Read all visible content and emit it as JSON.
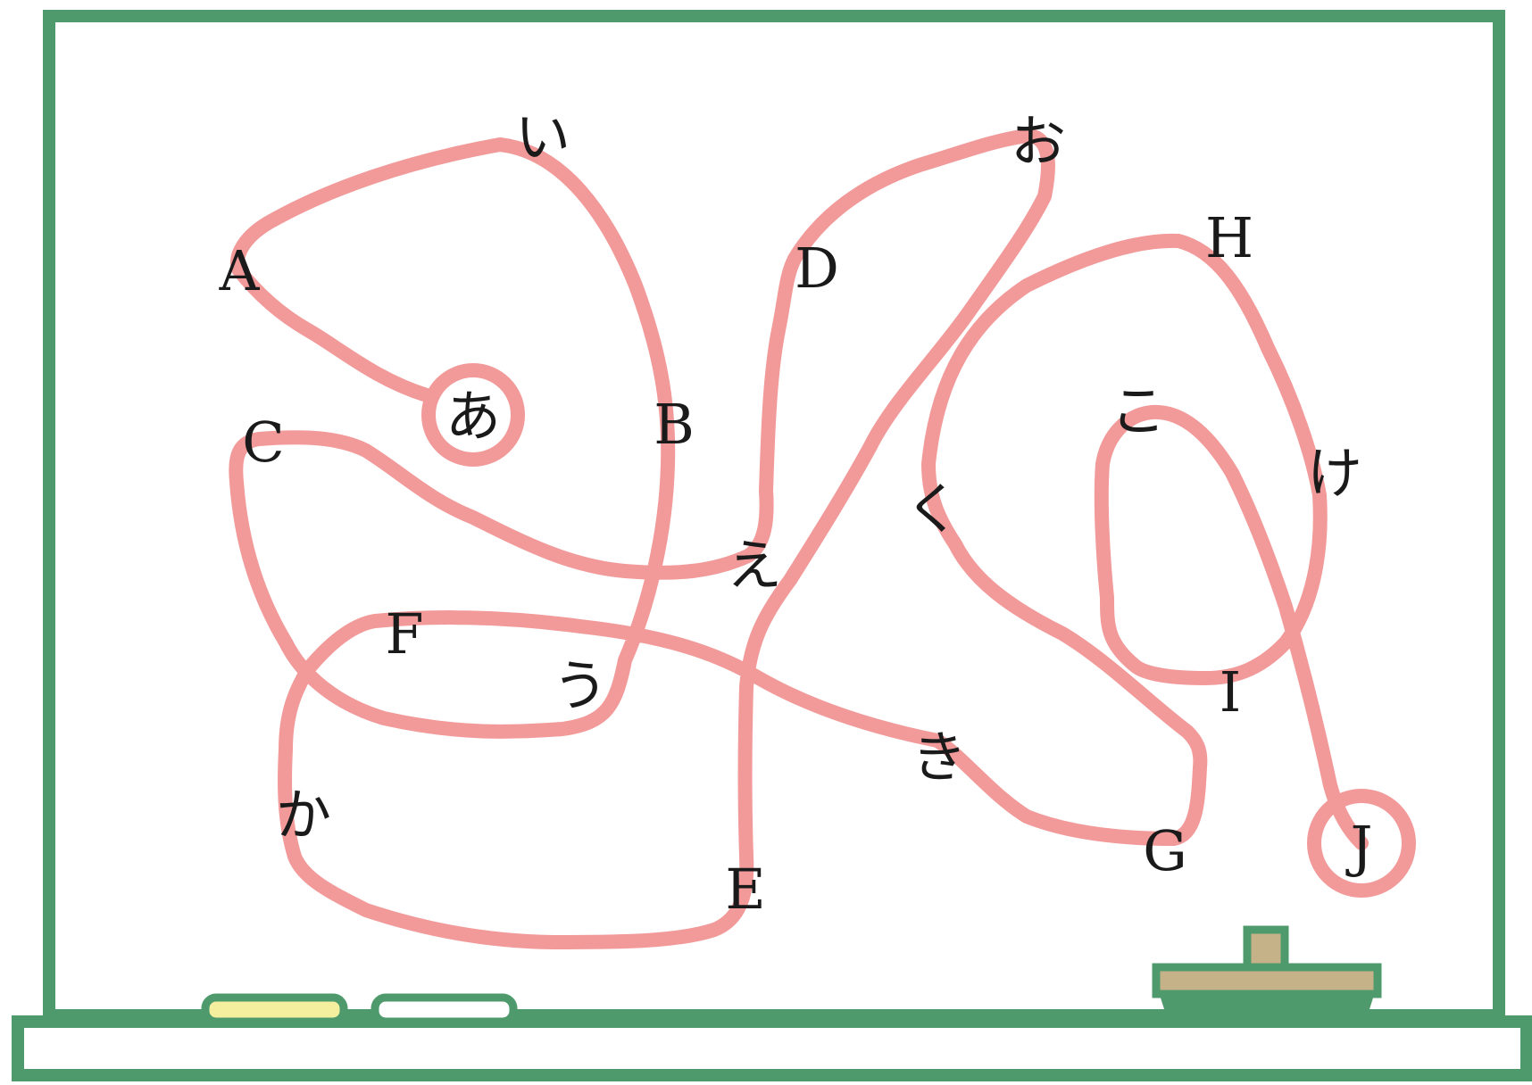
{
  "colors": {
    "board_frame": "#4f9a6c",
    "path_stroke": "#f29a9a",
    "chalk_yellow": "#f4ef9e",
    "eraser_top": "#c6b289",
    "eraser_base": "#4f9a6c"
  },
  "start_label": "あ",
  "end_label": "J",
  "nodes": [
    {
      "id": "A",
      "label": "A"
    },
    {
      "id": "i",
      "label": "い"
    },
    {
      "id": "B",
      "label": "B"
    },
    {
      "id": "C",
      "label": "C"
    },
    {
      "id": "e",
      "label": "え"
    },
    {
      "id": "D",
      "label": "D"
    },
    {
      "id": "o",
      "label": "お"
    },
    {
      "id": "F",
      "label": "F"
    },
    {
      "id": "u",
      "label": "う"
    },
    {
      "id": "ka",
      "label": "か"
    },
    {
      "id": "E",
      "label": "E"
    },
    {
      "id": "ki",
      "label": "き"
    },
    {
      "id": "G",
      "label": "G"
    },
    {
      "id": "ku",
      "label": "く"
    },
    {
      "id": "H",
      "label": "H"
    },
    {
      "id": "ke",
      "label": "け"
    },
    {
      "id": "ko",
      "label": "こ"
    },
    {
      "id": "I",
      "label": "I"
    }
  ]
}
